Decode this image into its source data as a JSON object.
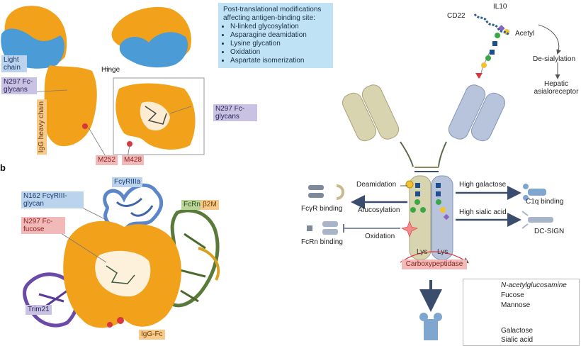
{
  "panel_b": "b",
  "info_box": {
    "title": "Post-translational modifications affecting antigen-binding site:",
    "items": [
      "N-linked glycosylation",
      "Asparagine deamidation",
      "Lysine glycation",
      "Oxidation",
      "Aspartate isomerization"
    ]
  },
  "panel_a_labels": {
    "light_chain": "Light chain",
    "hinge": "Hinge",
    "n297_glycans_left": "N297 Fc-glycans",
    "igg_heavy_chain": "IgG heavy chain",
    "n297_glycans_right": "N297 Fc-glycans",
    "m252": "M252",
    "m428": "M428"
  },
  "panel_b_labels": {
    "fcgriiia": "FcγRIIIa",
    "n162": "N162 FcγRIII-glycan",
    "n297_fucose": "N297 Fc-fucose",
    "fcrn": "FcRn",
    "b2m": "β2M",
    "trim21": "Trim21",
    "igg_fc": "IgG-Fc"
  },
  "panel_c_labels": {
    "cd22": "CD22",
    "il10": "IL10",
    "acetyl": "Acetyl",
    "de_sialylation": "De-sialylation",
    "hepatic": "Hepatic asialoreceptor",
    "deamidation": "Deamidation",
    "fcgr_binding": "FcγR binding",
    "afucosylation": "Afucosylation",
    "fcrn_binding": "FcRn binding",
    "oxidation": "Oxidation",
    "high_galactose": "High galactose",
    "c1q_binding": "C1q binding",
    "high_sialic": "High sialic acid",
    "dc_sign": "DC-SIGN",
    "lys1": "Lys",
    "lys2": "Lys",
    "carboxypeptidase": "Carboxypeptidase"
  },
  "legend": {
    "items": [
      "N-acetylglucosamine",
      "Fucose",
      "Mannose",
      "Galactose",
      "Sialic acid"
    ]
  },
  "colors": {
    "protein_orange": "#f2a21a",
    "light_chain_blue": "#4a9bd6",
    "fcgr_blue": "#5b86c8",
    "fcrn_green": "#5a7a3a",
    "trim21_purple": "#6b4aa8",
    "fab_khaki": "#d9d4b0",
    "fab_blue": "#b7c4dc",
    "glcnac_blue": "#1f4e8f",
    "fucose_red": "#d9363e",
    "mannose_green": "#3aa845",
    "galactose_yellow": "#f2c230",
    "sialic_purple": "#8a66c2"
  }
}
